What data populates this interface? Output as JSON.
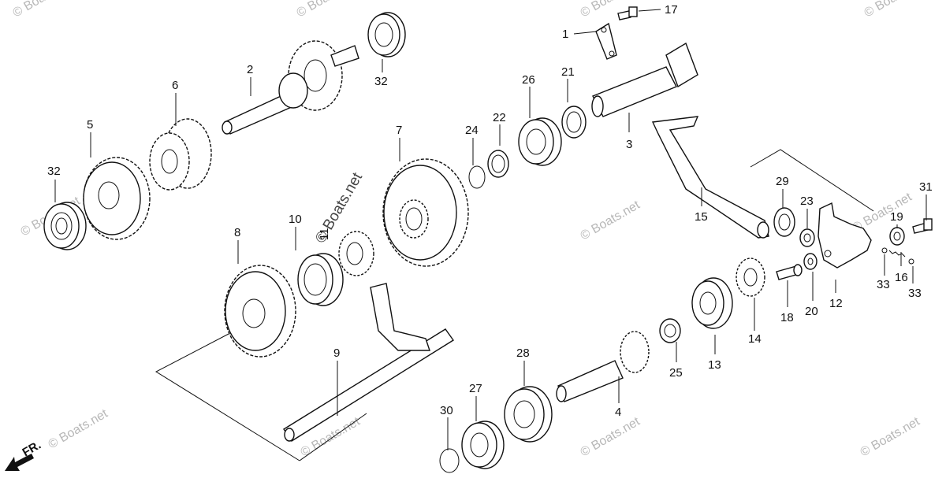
{
  "watermark": {
    "text": "© Boats.net",
    "center_text": "© Boats.net"
  },
  "direction_marker": {
    "label": "FR."
  },
  "parts": [
    {
      "id": "p1",
      "number": "1"
    },
    {
      "id": "p2",
      "number": "2"
    },
    {
      "id": "p3",
      "number": "3"
    },
    {
      "id": "p4",
      "number": "4"
    },
    {
      "id": "p5",
      "number": "5"
    },
    {
      "id": "p6",
      "number": "6"
    },
    {
      "id": "p7",
      "number": "7"
    },
    {
      "id": "p8",
      "number": "8"
    },
    {
      "id": "p9",
      "number": "9"
    },
    {
      "id": "p10",
      "number": "10"
    },
    {
      "id": "p11",
      "number": "11"
    },
    {
      "id": "p12",
      "number": "12"
    },
    {
      "id": "p13",
      "number": "13"
    },
    {
      "id": "p14",
      "number": "14"
    },
    {
      "id": "p15",
      "number": "15"
    },
    {
      "id": "p16",
      "number": "16"
    },
    {
      "id": "p17",
      "number": "17"
    },
    {
      "id": "p18",
      "number": "18"
    },
    {
      "id": "p19",
      "number": "19"
    },
    {
      "id": "p20",
      "number": "20"
    },
    {
      "id": "p21",
      "number": "21"
    },
    {
      "id": "p22",
      "number": "22"
    },
    {
      "id": "p23",
      "number": "23"
    },
    {
      "id": "p24",
      "number": "24"
    },
    {
      "id": "p25",
      "number": "25"
    },
    {
      "id": "p26",
      "number": "26"
    },
    {
      "id": "p27",
      "number": "27"
    },
    {
      "id": "p28",
      "number": "28"
    },
    {
      "id": "p29",
      "number": "29"
    },
    {
      "id": "p30",
      "number": "30"
    },
    {
      "id": "p31",
      "number": "31"
    },
    {
      "id": "p32a",
      "number": "32"
    },
    {
      "id": "p32b",
      "number": "32"
    },
    {
      "id": "p33a",
      "number": "33"
    },
    {
      "id": "p33b",
      "number": "33"
    }
  ]
}
